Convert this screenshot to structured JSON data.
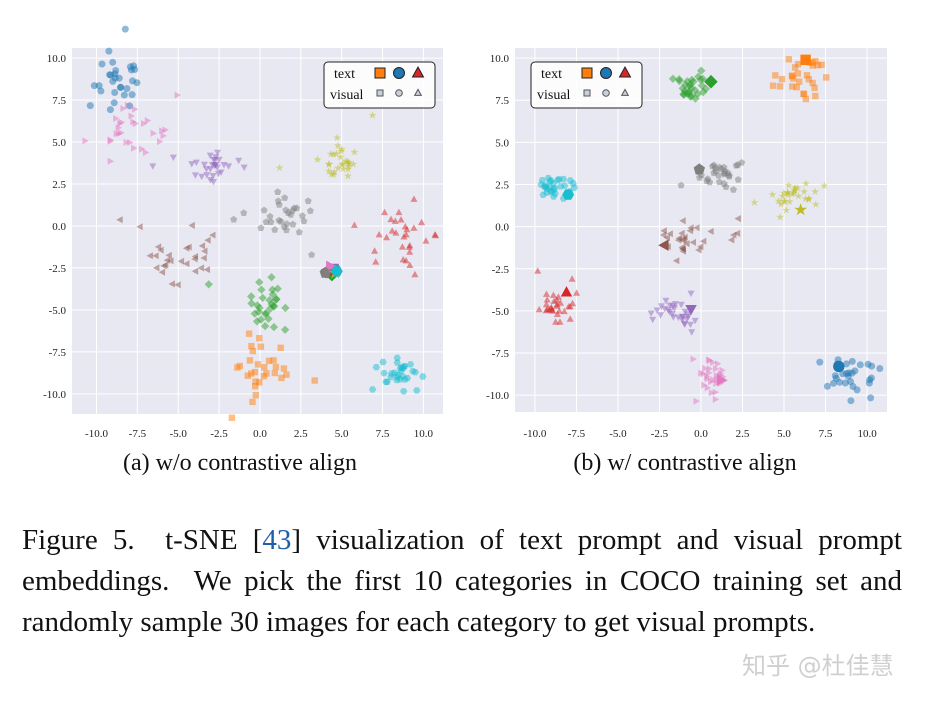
{
  "chart_data": [
    {
      "type": "scatter",
      "caption": "(a) w/o contrastive align",
      "xlim": [
        -11.5,
        11.2
      ],
      "ylim": [
        -11.2,
        10.6
      ],
      "xticks": [
        -10.0,
        -7.5,
        -5.0,
        -2.5,
        0.0,
        2.5,
        5.0,
        7.5,
        10.0
      ],
      "yticks": [
        10.0,
        7.5,
        5.0,
        2.5,
        0.0,
        -2.5,
        -5.0,
        -7.5,
        -10.0
      ],
      "grid": true,
      "legend": {
        "position": "top-right",
        "rows": [
          "text",
          "visual"
        ]
      },
      "categories": [
        {
          "marker": "circle",
          "color": "#1f77b4",
          "text": [
            4.6,
            -2.6
          ],
          "visual": {
            "cx": -8.8,
            "cy": 8.6,
            "sx": 0.8,
            "sy": 0.8
          }
        },
        {
          "marker": "square",
          "color": "#ff7f0e",
          "text": [
            4.3,
            -2.8
          ],
          "visual": {
            "cx": 0.0,
            "cy": -8.8,
            "sx": 0.8,
            "sy": 0.8
          }
        },
        {
          "marker": "diamond",
          "color": "#2ca02c",
          "text": [
            4.4,
            -2.9
          ],
          "visual": {
            "cx": 0.2,
            "cy": -4.9,
            "sx": 0.6,
            "sy": 0.8
          }
        },
        {
          "marker": "triangle-up",
          "color": "#d62728",
          "text": [
            4.2,
            -2.7
          ],
          "visual": {
            "cx": 8.9,
            "cy": -0.7,
            "sx": 0.8,
            "sy": 1.0
          }
        },
        {
          "marker": "triangle-down",
          "color": "#9467bd",
          "text": [
            4.5,
            -2.5
          ],
          "visual": {
            "cx": -2.9,
            "cy": 3.7,
            "sx": 0.8,
            "sy": 0.6
          }
        },
        {
          "marker": "triangle-left",
          "color": "#8c564b",
          "text": [
            4.1,
            -2.6
          ],
          "visual": {
            "cx": -5.0,
            "cy": -1.9,
            "sx": 1.1,
            "sy": 0.7
          }
        },
        {
          "marker": "triangle-right",
          "color": "#e377c2",
          "text": [
            4.3,
            -2.4
          ],
          "visual": {
            "cx": -7.8,
            "cy": 5.6,
            "sx": 0.9,
            "sy": 0.6
          }
        },
        {
          "marker": "pentagon",
          "color": "#7f7f7f",
          "text": [
            4.0,
            -2.8
          ],
          "visual": {
            "cx": 1.3,
            "cy": 0.8,
            "sx": 0.9,
            "sy": 0.6
          }
        },
        {
          "marker": "star",
          "color": "#bcbd22",
          "text": [
            4.6,
            -2.8
          ],
          "visual": {
            "cx": 4.8,
            "cy": 3.9,
            "sx": 0.7,
            "sy": 0.6
          }
        },
        {
          "marker": "hexagon",
          "color": "#17becf",
          "text": [
            4.7,
            -2.7
          ],
          "visual": {
            "cx": 8.5,
            "cy": -8.8,
            "sx": 0.7,
            "sy": 0.5
          }
        }
      ]
    },
    {
      "type": "scatter",
      "caption": "(b) w/ contrastive align",
      "xlim": [
        -11.2,
        11.2
      ],
      "ylim": [
        -11.0,
        10.6
      ],
      "xticks": [
        -10.0,
        -7.5,
        -5.0,
        -2.5,
        0.0,
        2.5,
        5.0,
        7.5,
        10.0
      ],
      "yticks": [
        10.0,
        7.5,
        5.0,
        2.5,
        0.0,
        -2.5,
        -5.0,
        -7.5,
        -10.0
      ],
      "grid": true,
      "legend": {
        "position": "top-left",
        "rows": [
          "text",
          "visual"
        ]
      },
      "categories": [
        {
          "marker": "circle",
          "color": "#1f77b4",
          "text": [
            8.3,
            -8.3
          ],
          "visual": {
            "cx": 9.2,
            "cy": -8.9,
            "sx": 0.6,
            "sy": 0.5
          }
        },
        {
          "marker": "square",
          "color": "#ff7f0e",
          "text": [
            6.3,
            9.9
          ],
          "visual": {
            "cx": 6.3,
            "cy": 9.0,
            "sx": 0.7,
            "sy": 0.6
          }
        },
        {
          "marker": "diamond",
          "color": "#2ca02c",
          "text": [
            0.6,
            8.6
          ],
          "visual": {
            "cx": -0.6,
            "cy": 8.4,
            "sx": 0.7,
            "sy": 0.5
          }
        },
        {
          "marker": "triangle-up",
          "color": "#d62728",
          "text": [
            -8.1,
            -3.9
          ],
          "visual": {
            "cx": -8.8,
            "cy": -4.8,
            "sx": 0.6,
            "sy": 0.5
          }
        },
        {
          "marker": "triangle-down",
          "color": "#9467bd",
          "text": [
            -0.6,
            -4.9
          ],
          "visual": {
            "cx": -1.6,
            "cy": -5.3,
            "sx": 0.6,
            "sy": 0.5
          }
        },
        {
          "marker": "triangle-left",
          "color": "#8c564b",
          "text": [
            -2.2,
            -1.1
          ],
          "visual": {
            "cx": -1.0,
            "cy": -0.8,
            "sx": 0.8,
            "sy": 0.5
          }
        },
        {
          "marker": "triangle-right",
          "color": "#e377c2",
          "text": [
            1.2,
            -9.1
          ],
          "visual": {
            "cx": 0.5,
            "cy": -8.9,
            "sx": 0.5,
            "sy": 0.7
          }
        },
        {
          "marker": "pentagon",
          "color": "#7f7f7f",
          "text": [
            -0.1,
            3.4
          ],
          "visual": {
            "cx": 1.1,
            "cy": 3.0,
            "sx": 0.6,
            "sy": 0.4
          }
        },
        {
          "marker": "star",
          "color": "#bcbd22",
          "text": [
            6.0,
            1.0
          ],
          "visual": {
            "cx": 5.4,
            "cy": 1.9,
            "sx": 0.6,
            "sy": 0.4
          }
        },
        {
          "marker": "hexagon",
          "color": "#17becf",
          "text": [
            -8.0,
            1.9
          ],
          "visual": {
            "cx": -8.8,
            "cy": 2.3,
            "sx": 0.5,
            "sy": 0.4
          }
        }
      ]
    }
  ],
  "legend_labels": {
    "text": "text",
    "visual": "visual"
  },
  "figure_caption": {
    "label": "Figure 5.",
    "part1": "  t-SNE [",
    "ref": "43",
    "part2": "] visualization of text prompt and visual prompt embeddings.  We pick the first 10 categories in COCO training set and randomly sample 30 images for each category to get visual prompts."
  },
  "watermark": "知乎 @杜佳慧",
  "colors": {
    "plot_background": "#e8e8f2",
    "grid": "#ffffff"
  }
}
